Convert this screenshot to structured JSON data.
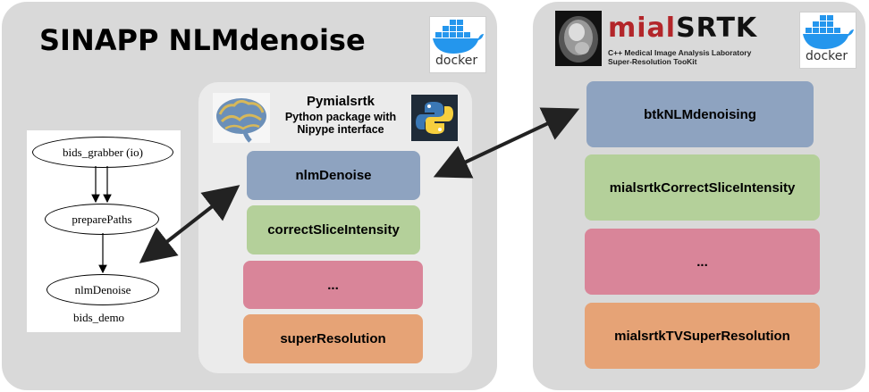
{
  "left_panel": {
    "title": "SINAPP NLMdenoise",
    "docker_label": "docker",
    "graph": {
      "nodes": [
        "bids_grabber (io)",
        "preparePaths",
        "nlmDenoise"
      ],
      "caption": "bids_demo"
    },
    "pymialsrtk": {
      "title": "Pymialsrtk",
      "subtitle_line1": "Python package with",
      "subtitle_line2": "Nipype interface",
      "blocks": [
        {
          "label": "nlmDenoise",
          "color": "#8ea3c0"
        },
        {
          "label": "correctSliceIntensity",
          "color": "#b4d09a"
        },
        {
          "label": "...",
          "color": "#d98599"
        },
        {
          "label": "superResolution",
          "color": "#e6a376"
        }
      ]
    }
  },
  "right_panel": {
    "logo_mial": "mial",
    "logo_srtk": "SRTK",
    "subtitle_line1": "C++ Medical Image Analysis Laboratory",
    "subtitle_line2": "Super-Resolution TooKit",
    "docker_label": "docker",
    "blocks": [
      {
        "label": "btkNLMdenoising",
        "color": "#8ea3c0"
      },
      {
        "label": "mialsrtkCorrectSliceIntensity",
        "color": "#b4d09a"
      },
      {
        "label": "...",
        "color": "#d98599"
      },
      {
        "label": "mialsrtkTVSuperResolution",
        "color": "#e6a376"
      }
    ]
  }
}
